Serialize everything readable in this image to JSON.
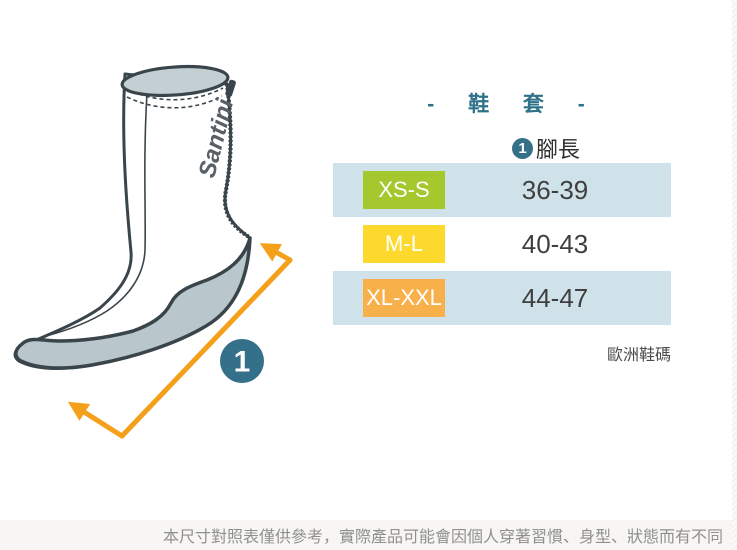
{
  "colors": {
    "accent": "#2e7189",
    "row_bg": "#cfe2e9",
    "marker": "#35708a",
    "arrow": "#f5a01b",
    "outline": "#3a454b",
    "sole_fill": "#b9c6cc",
    "opening_fill": "#c4cfd4",
    "brand_text": "#596066",
    "chip_text": "#ffffff",
    "value_text": "#3f3f3f",
    "header_text": "#2f2f2f",
    "footnote_text": "#4b4b4b",
    "disclaimer_text": "#90908c",
    "disclaimer_bg": "#f7f6f4"
  },
  "illustration": {
    "brand_label": "Santini",
    "measure_marker": "1"
  },
  "size_chart": {
    "title": "- 鞋 套 -",
    "column_header": {
      "marker": "1",
      "label": "腳長"
    },
    "rows": [
      {
        "size": "XS-S",
        "value": "36-39",
        "chip_color": "#a6c82f"
      },
      {
        "size": "M-L",
        "value": "40-43",
        "chip_color": "#fdd92e"
      },
      {
        "size": "XL-XXL",
        "value": "44-47",
        "chip_color": "#f8b04b"
      }
    ],
    "footnote": "歐洲鞋碼"
  },
  "disclaimer": {
    "text": "本尺寸對照表僅供參考，實際產品可能會因個人穿著習慣、身型、狀態而有不同"
  }
}
